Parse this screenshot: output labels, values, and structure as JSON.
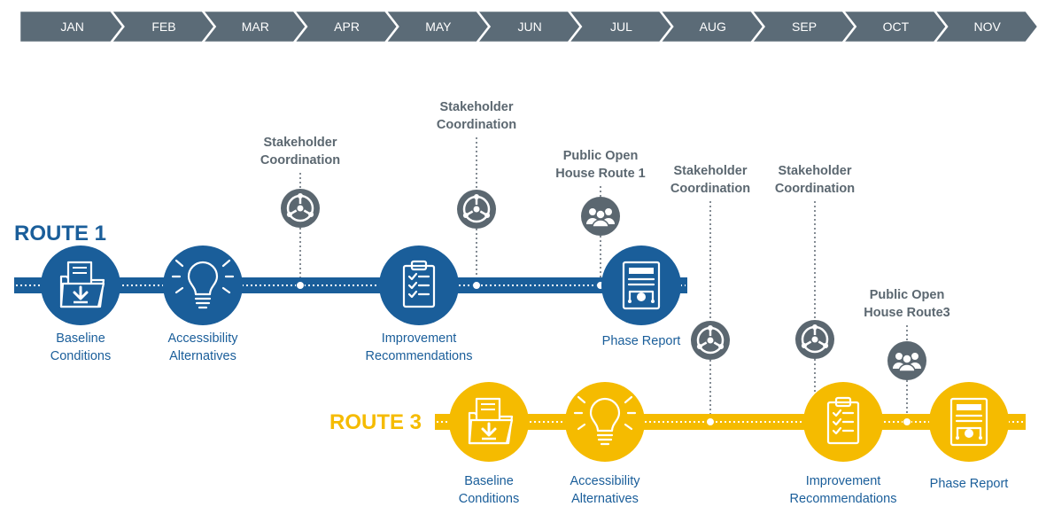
{
  "months": [
    "JAN",
    "FEB",
    "MAR",
    "APR",
    "MAY",
    "JUN",
    "JUL",
    "AUG",
    "SEP",
    "OCT",
    "NOV"
  ],
  "colors": {
    "month_bar": "#5b6b77",
    "route1": "#1a5e9a",
    "route3": "#f5bb00",
    "route1_label": "#1a5e9a",
    "route3_label": "#f5bb00",
    "callout": "#5b6770"
  },
  "routes": [
    {
      "title": "ROUTE 1",
      "milestones": [
        {
          "icon": "folder-download-icon",
          "label": [
            "Baseline",
            "Conditions"
          ]
        },
        {
          "icon": "lightbulb-icon",
          "label": [
            "Accessibility",
            "Alternatives"
          ]
        },
        {
          "icon": "clipboard-checklist-icon",
          "label": [
            "Improvement",
            "Recommendations"
          ]
        },
        {
          "icon": "report-document-icon",
          "label": [
            "Phase Report"
          ]
        }
      ],
      "callouts": [
        {
          "icon": "coordination-icon",
          "label": [
            "Stakeholder",
            "Coordination"
          ]
        },
        {
          "icon": "coordination-icon",
          "label": [
            "Stakeholder",
            "Coordination"
          ]
        },
        {
          "icon": "people-group-icon",
          "label": [
            "Public Open",
            "House Route 1"
          ]
        }
      ]
    },
    {
      "title": "ROUTE 3",
      "milestones": [
        {
          "icon": "folder-download-icon",
          "label": [
            "Baseline",
            "Conditions"
          ]
        },
        {
          "icon": "lightbulb-icon",
          "label": [
            "Accessibility",
            "Alternatives"
          ]
        },
        {
          "icon": "clipboard-checklist-icon",
          "label": [
            "Improvement",
            "Recommendations"
          ]
        },
        {
          "icon": "report-document-icon",
          "label": [
            "Phase Report"
          ]
        }
      ],
      "callouts": [
        {
          "icon": "coordination-icon",
          "label": [
            "Stakeholder",
            "Coordination"
          ]
        },
        {
          "icon": "coordination-icon",
          "label": [
            "Stakeholder",
            "Coordination"
          ]
        },
        {
          "icon": "people-group-icon",
          "label": [
            "Public Open",
            "House Route3"
          ]
        }
      ]
    }
  ]
}
